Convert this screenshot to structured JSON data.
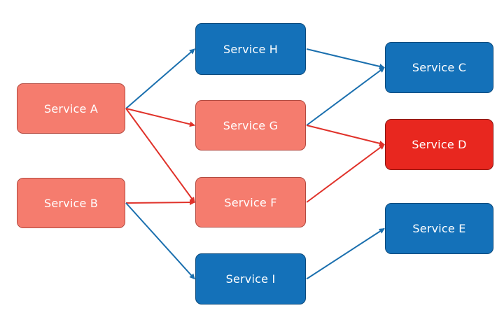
{
  "colors": {
    "affected": "#f57c6e",
    "healthy": "#1471b9",
    "failing": "#e8271f",
    "edge_blue": "#1a6fae",
    "edge_red": "#e0322a"
  },
  "nodes": {
    "a": {
      "label": "Service A",
      "status": "affected"
    },
    "b": {
      "label": "Service B",
      "status": "affected"
    },
    "h": {
      "label": "Service H",
      "status": "healthy"
    },
    "g": {
      "label": "Service G",
      "status": "affected"
    },
    "f": {
      "label": "Service F",
      "status": "affected"
    },
    "i": {
      "label": "Service I",
      "status": "healthy"
    },
    "c": {
      "label": "Service C",
      "status": "healthy"
    },
    "d": {
      "label": "Service D",
      "status": "failing"
    },
    "e": {
      "label": "Service E",
      "status": "healthy"
    }
  },
  "edges": [
    {
      "from": "a",
      "to": "h",
      "color": "blue"
    },
    {
      "from": "a",
      "to": "g",
      "color": "red"
    },
    {
      "from": "a",
      "to": "f",
      "color": "red"
    },
    {
      "from": "b",
      "to": "f",
      "color": "red"
    },
    {
      "from": "b",
      "to": "i",
      "color": "blue"
    },
    {
      "from": "h",
      "to": "c",
      "color": "blue"
    },
    {
      "from": "g",
      "to": "c",
      "color": "blue"
    },
    {
      "from": "g",
      "to": "d",
      "color": "red"
    },
    {
      "from": "f",
      "to": "d",
      "color": "red"
    },
    {
      "from": "i",
      "to": "e",
      "color": "blue"
    }
  ]
}
